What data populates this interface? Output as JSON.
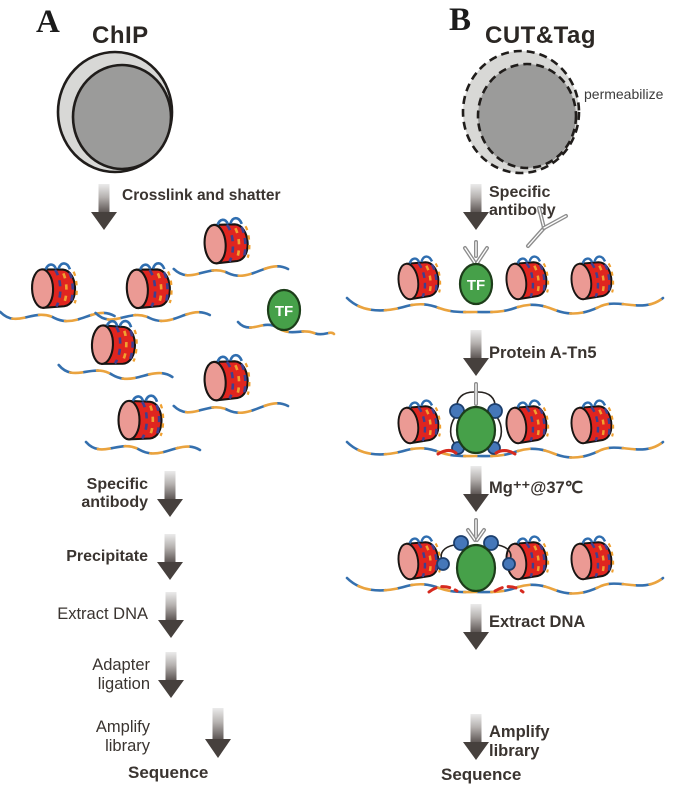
{
  "panel_a": {
    "label": "A",
    "title": "ChIP",
    "tf_label": "TF",
    "steps": {
      "crosslink": "Crosslink and shatter",
      "specific_antibody": "Specific antibody",
      "precipitate": "Precipitate",
      "extract_dna": "Extract DNA",
      "adapter_ligation": "Adapter ligation",
      "amplify_library": "Amplify library",
      "sequence": "Sequence"
    }
  },
  "panel_b": {
    "label": "B",
    "title": "CUT&Tag",
    "cell_note": "permeabilize",
    "tf_label": "TF",
    "steps": {
      "specific_antibody": "Specific antibody",
      "protein_a_tn5": "Protein A-Tn5",
      "mg_37": "Mg⁺⁺@37℃",
      "extract_dna": "Extract DNA",
      "amplify_library": "Amplify library",
      "sequence": "Sequence"
    }
  },
  "colors": {
    "nucleosome_red": "#e0251f",
    "nucleosome_cap": "#eb9a94",
    "dna_blue": "#3570ae",
    "dna_orange": "#eaa33e",
    "tf_green": "#46a049",
    "tn5_blue": "#4577b9",
    "cell_cytoplasm": "#d8d8d6",
    "cell_nucleus": "#9b9b9a",
    "arrow_dark": "#46403d"
  }
}
